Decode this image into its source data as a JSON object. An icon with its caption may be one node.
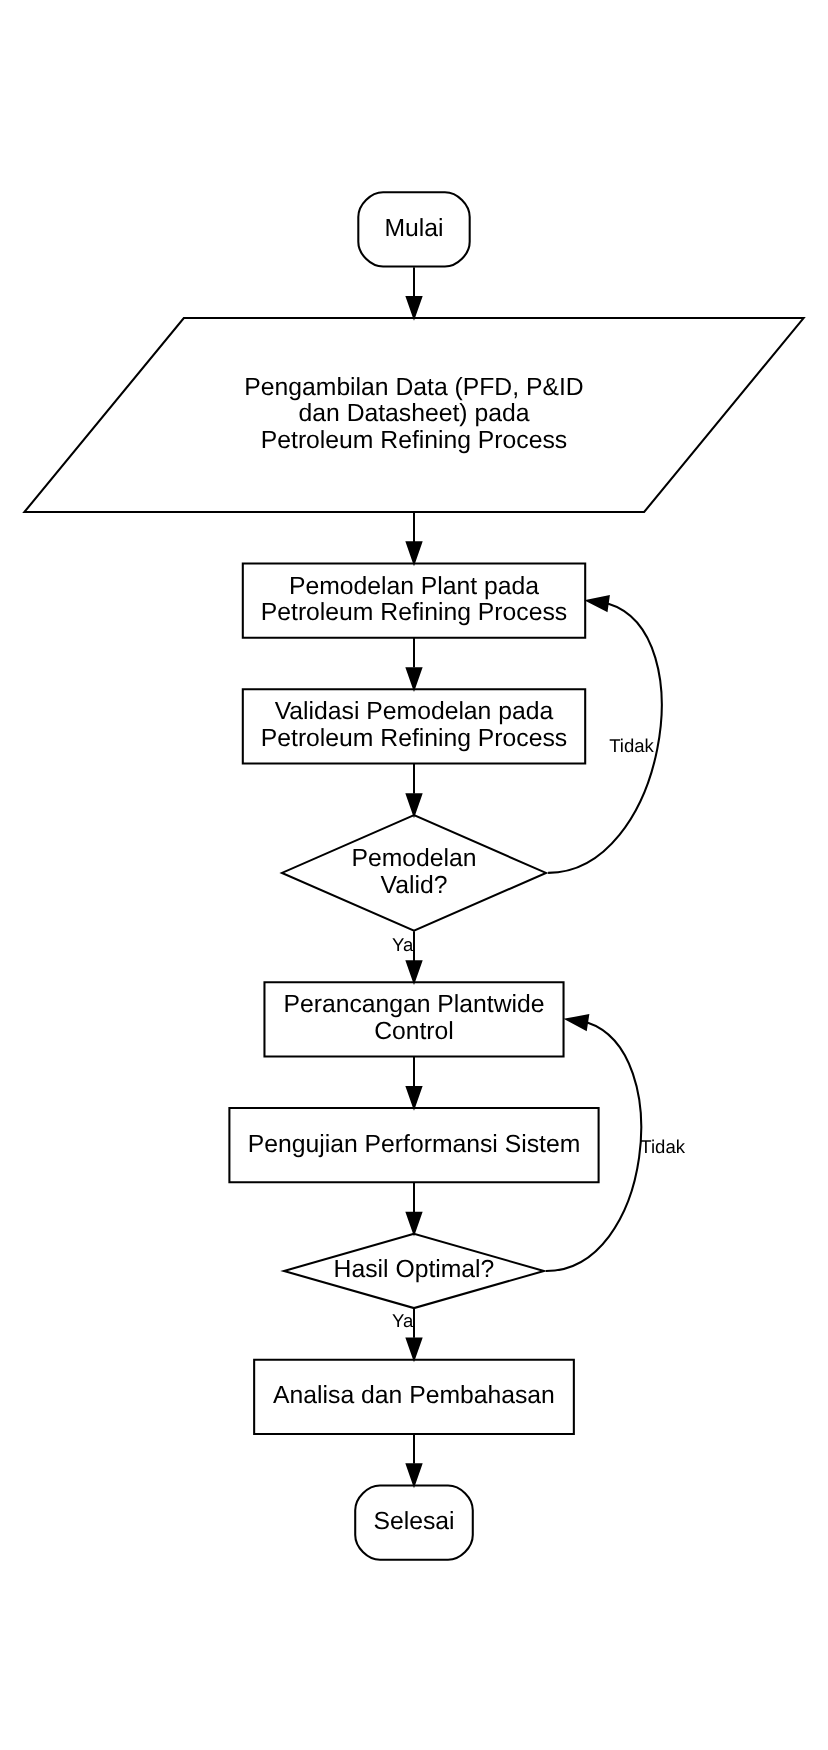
{
  "diagram": {
    "nodes": [
      {
        "text": [
          "Mulai"
        ]
      },
      {
        "text": [
          "Pengambilan Data (PFD, P&ID dan Datasheet) pada Petroleum Refining Process"
        ]
      },
      {
        "text": [
          "Pemodelan Plant pada Petroleum Refining Process"
        ]
      },
      {
        "text": [
          "Validasi Pemodelan pada Petroleum Refining Process"
        ]
      },
      {
        "text": [
          "Pemodelan Valid?"
        ]
      },
      {
        "text": [
          "Perancangan Plantwide Control"
        ]
      },
      {
        "text": [
          "Pengujian Performansi Sistem"
        ]
      },
      {
        "text": [
          "Hasil Optimal?"
        ]
      },
      {
        "text": [
          "Analisa dan Pembahasan"
        ]
      },
      {
        "text": [
          "Selesai"
        ]
      }
    ],
    "edges": [
      {
        "from": 0,
        "to": 1,
        "arrow": "to"
      },
      {
        "from": 1,
        "to": 2,
        "arrow": "to"
      },
      {
        "from": 2,
        "to": 3,
        "arrow": "to"
      },
      {
        "from": 3,
        "to": 4,
        "arrow": "to"
      },
      {
        "from": 4,
        "to": 5,
        "arrow": "to",
        "label": "Ya"
      },
      {
        "from": 4,
        "to": 2,
        "arrow": "to",
        "label": "Tidak"
      },
      {
        "from": 5,
        "to": 6,
        "arrow": "to"
      },
      {
        "from": 6,
        "to": 7,
        "arrow": "to"
      },
      {
        "from": 7,
        "to": 8,
        "arrow": "to",
        "label": "Ya"
      },
      {
        "from": 7,
        "to": 5,
        "arrow": "to",
        "label": "Tidak"
      },
      {
        "from": 8,
        "to": 9,
        "arrow": "to"
      }
    ]
  }
}
